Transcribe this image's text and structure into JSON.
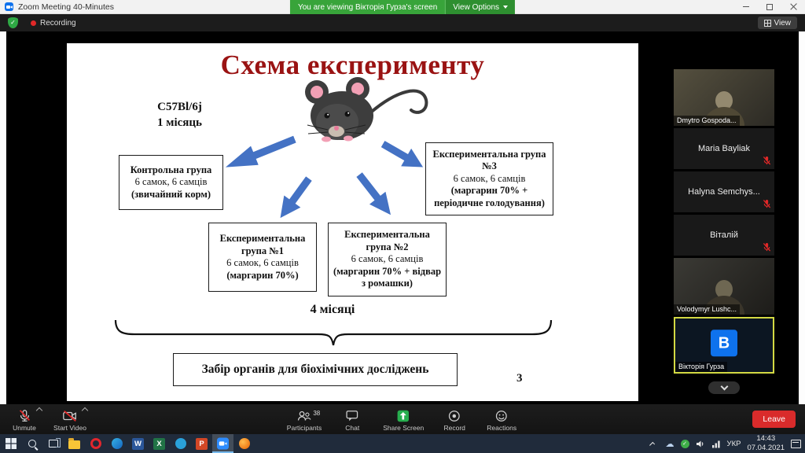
{
  "theme": {
    "arrow-blue": "#4472c4",
    "title-red": "#9a1313",
    "zoom-green": "#2ea844",
    "share-green": "#27ae4e",
    "leave-red": "#d92b2b",
    "muted-red": "#e02828",
    "active-border": "#d3d943",
    "avatar-blue": "#0e72ed",
    "taskbar-bg": "#202b3b"
  },
  "titlebar": {
    "title": "Zoom Meeting 40-Minutes",
    "viewing_banner": "You are viewing Вікторія Гурза's screen",
    "view_options_label": "View Options"
  },
  "meeting_header": {
    "recording_label": "Recording",
    "view_button_label": "View"
  },
  "slide": {
    "title": "Схема експерименту",
    "mouse_label_line1": "C57Bl/6j",
    "mouse_label_line2": "1 місяць",
    "boxes": [
      {
        "title": "Контрольна група",
        "line2": "6 самок, 6 самців",
        "line3": "(звичайний корм)"
      },
      {
        "title": "Експериментальна група №1",
        "line2": "6 самок, 6 самців",
        "line3": "(маргарин 70%)"
      },
      {
        "title": "Експериментальна група №2",
        "line2": "6 самок, 6 самців",
        "line3": "(маргарин 70% + відвар з ромашки)"
      },
      {
        "title": "Експериментальна група №3",
        "line2": "6 самок, 6 самців",
        "line3": "(маргарин 70% + періодичне голодування)"
      }
    ],
    "duration_label": "4 місяці",
    "conclusion_box": "Забір органів для біохімічних досліджень",
    "page_number": "3"
  },
  "participants_panel": {
    "tiles": [
      {
        "name": "Dmytro Gospoda...",
        "type": "video"
      },
      {
        "name": "Maria Bayliak",
        "type": "name",
        "muted": true
      },
      {
        "name": "Halyna  Semchys...",
        "type": "name",
        "muted": true
      },
      {
        "name": "Віталій",
        "type": "name",
        "muted": true
      },
      {
        "name": "Volodymyr Lushc...",
        "type": "video"
      },
      {
        "name": "Вікторія Гурза",
        "type": "avatar",
        "avatar_letter": "B",
        "active": true
      }
    ]
  },
  "toolbar": {
    "unmute_label": "Unmute",
    "start_video_label": "Start Video",
    "participants_label": "Participants",
    "participants_count": "38",
    "chat_label": "Chat",
    "share_label": "Share Screen",
    "record_label": "Record",
    "reactions_label": "Reactions",
    "leave_label": "Leave"
  },
  "taskbar": {
    "apps": [
      {
        "name": "start"
      },
      {
        "name": "search"
      },
      {
        "name": "task-view"
      },
      {
        "name": "file-explorer"
      },
      {
        "name": "opera"
      },
      {
        "name": "edge"
      },
      {
        "name": "word",
        "letter": "W"
      },
      {
        "name": "excel",
        "letter": "X"
      },
      {
        "name": "telegram"
      },
      {
        "name": "powerpoint",
        "letter": "P"
      },
      {
        "name": "zoom",
        "active": true
      },
      {
        "name": "firefox"
      }
    ],
    "language": "УКР",
    "time": "14:43",
    "date": "07.04.2021"
  }
}
